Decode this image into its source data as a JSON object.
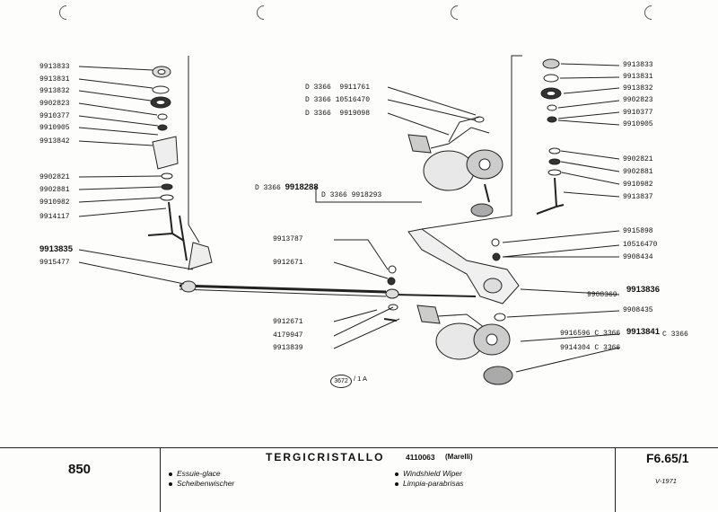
{
  "left_labels": [
    "9913833",
    "9913831",
    "9913832",
    "9902823",
    "9910377",
    "9910905",
    "9913842",
    "9902821",
    "9902881",
    "9910982",
    "9914117",
    "9913835",
    "9915477"
  ],
  "top_labels": {
    "a_prefix": "D 3366",
    "a": "9911761",
    "b_prefix": "D 3366",
    "b": "10516470",
    "c_prefix": "D 3366",
    "c": "9919098",
    "d_prefix": "D 3366",
    "d": "9918288",
    "e_prefix": "D 3366",
    "e": "9918293"
  },
  "center_labels": [
    "9913787",
    "9912671",
    "9912671",
    "4179947",
    "9913839"
  ],
  "right_top_labels": [
    "9913833",
    "9913831",
    "9913832",
    "9902823",
    "9910377",
    "9910905",
    "9902821",
    "9902881",
    "9910982",
    "9913837"
  ],
  "right_lower_labels": [
    "9915898",
    "10516470",
    "9908434",
    "9908369",
    "9913836",
    "9908435",
    "9916596",
    "C 3366",
    "9913841",
    "C 3366",
    "9914304",
    "C 3366"
  ],
  "stamp": {
    "num": "3672",
    "ref": "1 A"
  },
  "footer": {
    "model": "850",
    "title": "TERGICRISTALLO",
    "part_no": "4110063",
    "maker": "(Marelli)",
    "desc_left": [
      "Essuie-glace",
      "Scheibenwischer"
    ],
    "desc_right": [
      "Windshield Wiper",
      "Limpia-parabrisas"
    ],
    "code": "F6.65/1",
    "date": "V-1971"
  }
}
